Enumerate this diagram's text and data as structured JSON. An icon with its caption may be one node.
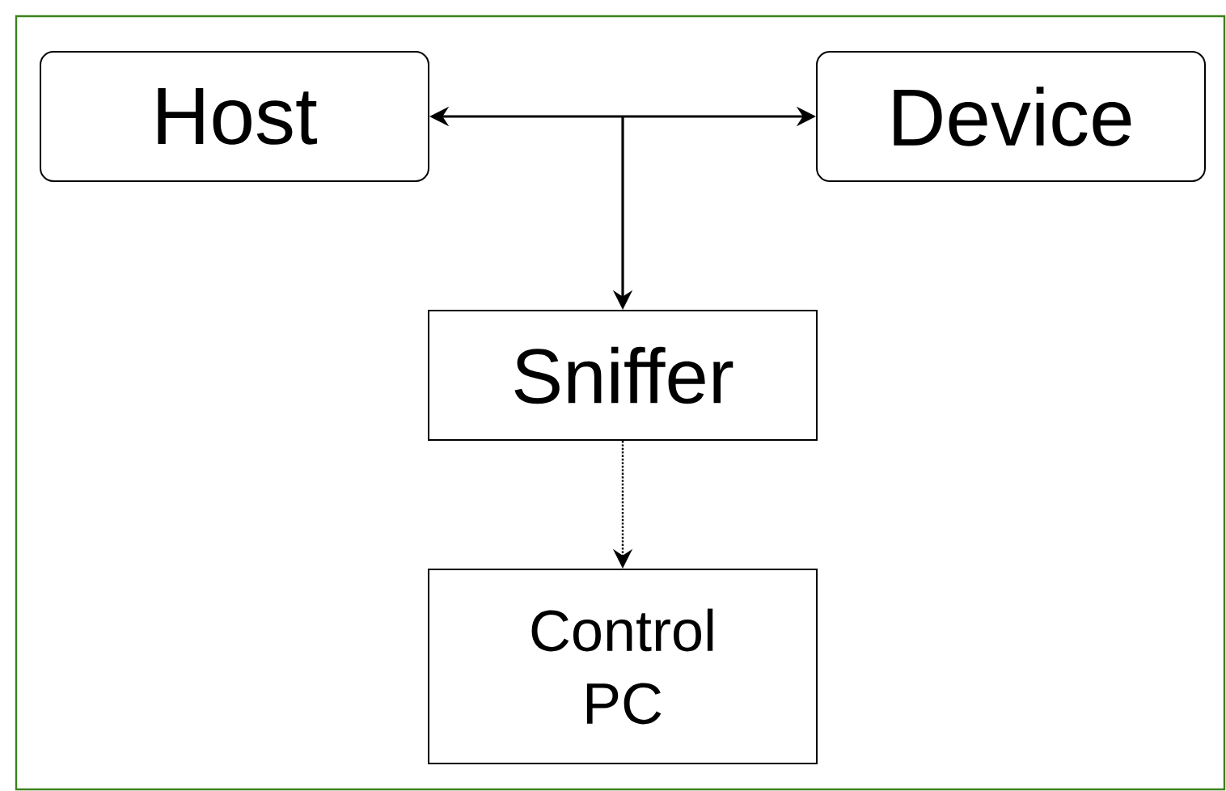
{
  "diagram": {
    "nodes": [
      {
        "text": [
          "Host"
        ]
      },
      {
        "text": [
          "Device"
        ]
      },
      {
        "text": [
          "Sniffer"
        ]
      },
      {
        "text": [
          "Control PC"
        ]
      }
    ],
    "edges": [
      {
        "from": 0,
        "to": 1,
        "arrow": "both"
      },
      {
        "from": 0,
        "to": 2,
        "arrow": "both"
      },
      {
        "from": 1,
        "to": 2,
        "arrow": "both"
      },
      {
        "from": 2,
        "to": 3,
        "arrow": "to",
        "style": "dashed"
      }
    ]
  }
}
